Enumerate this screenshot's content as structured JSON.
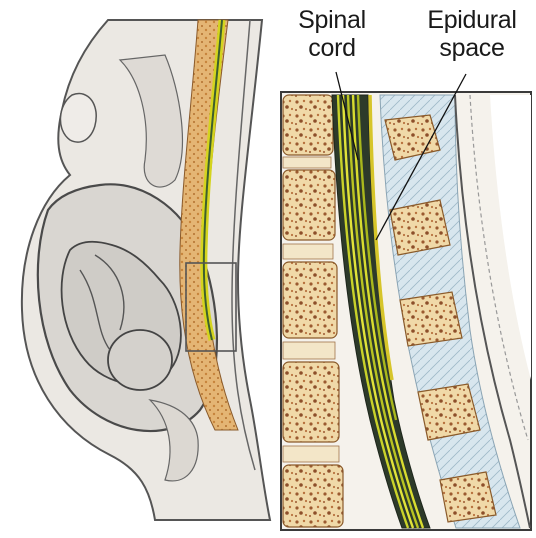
{
  "labels": {
    "spinal_cord": {
      "line1": "Spinal",
      "line2": "cord"
    },
    "epidural_space": {
      "line1": "Epidural",
      "line2": "space"
    }
  },
  "colors": {
    "skin": "#e9e6e1",
    "outline": "#5a5a5a",
    "spine_orange": "#d9a35a",
    "cord_yellow": "#d8d820",
    "cord_green": "#2f5a2a",
    "bone_light": "#f2e3c4",
    "bone_spots": "#b66a3a",
    "tissue_blue": "#cfe0ea",
    "inset_border": "#3a3a3a"
  }
}
